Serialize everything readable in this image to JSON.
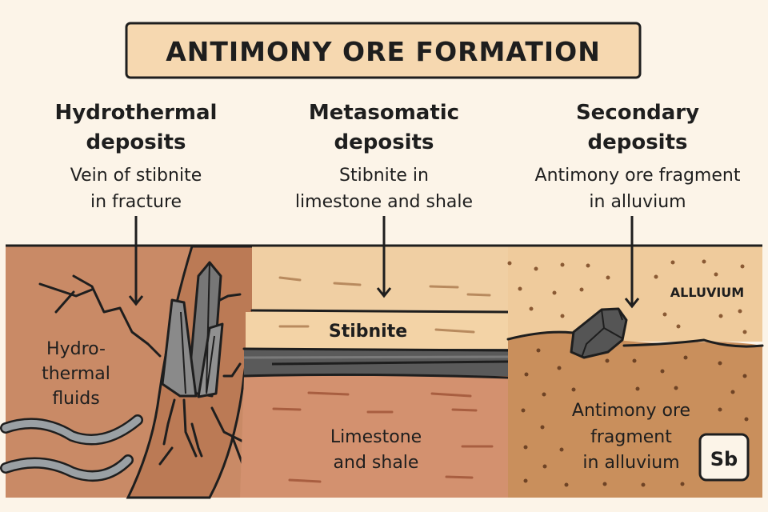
{
  "title": "ANTIMONY ORE FORMATION",
  "columns": [
    {
      "heading_line1": "Hydrothermal",
      "heading_line2": "deposits",
      "desc_line1": "Vein of stibnite",
      "desc_line2": "in fracture"
    },
    {
      "heading_line1": "Metasomatic",
      "heading_line2": "deposits",
      "desc_line1": "Stibnite in",
      "desc_line2": "limestone and shale"
    },
    {
      "heading_line1": "Secondary",
      "heading_line2": "deposits",
      "desc_line1": "Antimony ore fragment",
      "desc_line2": "in alluvium"
    }
  ],
  "labels": {
    "fluids": [
      "Hydro-",
      "thermal",
      "fluids"
    ],
    "stibnite": "Stibnite",
    "limestone": [
      "Limestone",
      "and shale"
    ],
    "alluvium": "ALLUVIUM",
    "fragment": [
      "Antimony ore",
      "fragment",
      "in alluvium"
    ],
    "element_symbol": "Sb"
  },
  "colors": {
    "background": "#fcf4e8",
    "title_box": "#f6d8b0",
    "rock": "#c98a66",
    "vein": "#bb7a55",
    "tan_layer": "#f0cfa3",
    "shale": "#d3916f",
    "stibnite": "#5a5a5a",
    "alluvium_upper": "#efcb9c",
    "alluvium_lower": "#c98f5c"
  }
}
